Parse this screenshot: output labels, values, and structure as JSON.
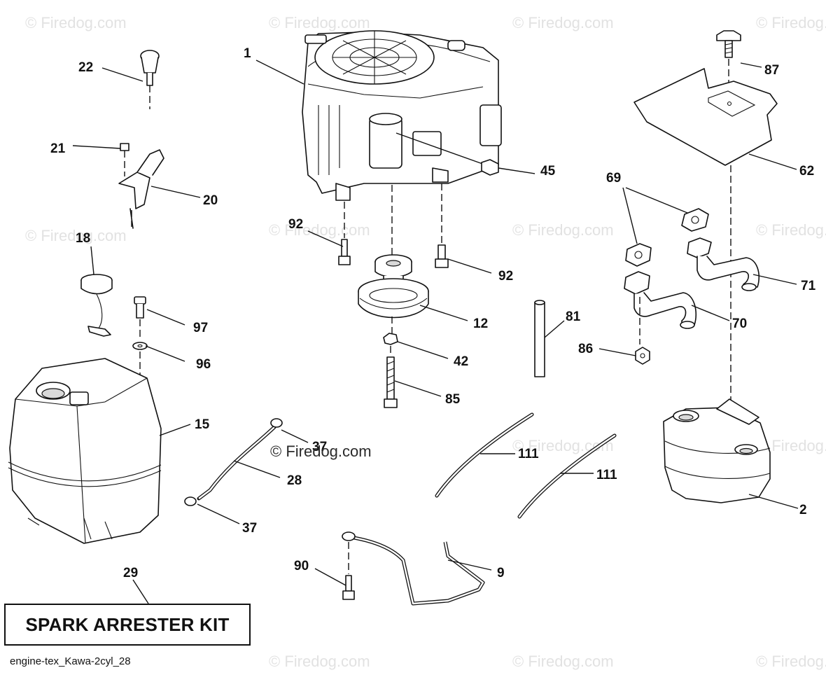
{
  "watermark": "© Firedog.com",
  "watermark_overlay": "© Firedog.com",
  "diagram_id": "engine-tex_Kawa-2cyl_28",
  "kit_box_label": "SPARK ARRESTER KIT",
  "callouts": {
    "engine": "1",
    "muffler": "2",
    "muffler_pipe_9": "9",
    "pulley": "12",
    "fuel_tank": "15",
    "fuel_cap": "18",
    "choke_bracket": "20",
    "screw_21": "21",
    "throttle_knob": "22",
    "fuel_line": "28",
    "spark_arrester_kit": "29",
    "clamp_37": "37",
    "clamp_37_upper": "37",
    "washer_42": "42",
    "nut_45": "45",
    "heat_shield": "62",
    "gaskets": "69",
    "exhaust_pipe_70": "70",
    "exhaust_pipe_71": "71",
    "tube_81": "81",
    "bolt_85": "85",
    "nut_86": "86",
    "screw_87": "87",
    "bolt_90": "90",
    "bolt_92_left": "92",
    "bolt_92_right": "92",
    "washer_96": "96",
    "bolt_97": "97",
    "hose_111_a": "111",
    "hose_111_b": "111"
  }
}
